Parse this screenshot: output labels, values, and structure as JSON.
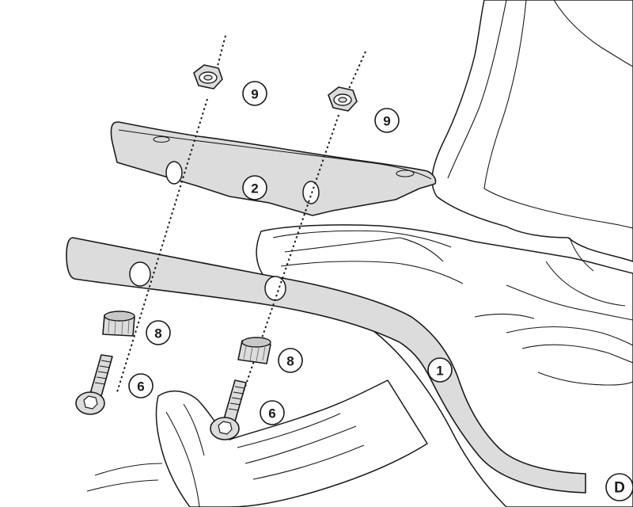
{
  "labels": {
    "nut_left": "9",
    "nut_right": "9",
    "plate": "2",
    "spacer_left": "8",
    "spacer_right": "8",
    "bolt_left": "6",
    "bolt_right": "6",
    "rack": "1",
    "direction": "D"
  },
  "colors": {
    "part_fill": "#dcdcdc",
    "line": "#1a1a1a",
    "background": "#ffffff"
  }
}
